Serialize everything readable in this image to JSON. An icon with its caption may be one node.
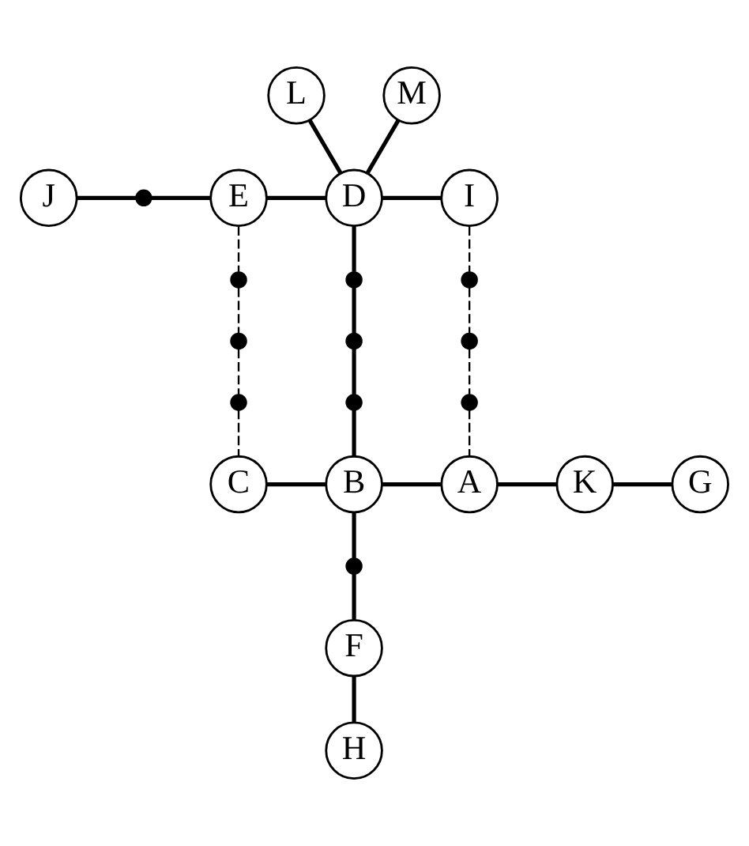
{
  "diagram": {
    "nodes": [
      {
        "text": [
          "L"
        ]
      },
      {
        "text": [
          "M"
        ]
      },
      {
        "text": [
          "J"
        ]
      },
      {
        "text": [],
        "shape": "dot"
      },
      {
        "text": [
          "E"
        ]
      },
      {
        "text": [
          "D"
        ]
      },
      {
        "text": [
          "I"
        ]
      },
      {
        "text": [],
        "shape": "dot"
      },
      {
        "text": [],
        "shape": "dot"
      },
      {
        "text": [],
        "shape": "dot"
      },
      {
        "text": [],
        "shape": "dot"
      },
      {
        "text": [],
        "shape": "dot"
      },
      {
        "text": [],
        "shape": "dot"
      },
      {
        "text": [],
        "shape": "dot"
      },
      {
        "text": [],
        "shape": "dot"
      },
      {
        "text": [],
        "shape": "dot"
      },
      {
        "text": [
          "C"
        ]
      },
      {
        "text": [
          "B"
        ]
      },
      {
        "text": [
          "A"
        ]
      },
      {
        "text": [
          "K"
        ]
      },
      {
        "text": [
          "G"
        ]
      },
      {
        "text": [],
        "shape": "dot"
      },
      {
        "text": [
          "F"
        ]
      },
      {
        "text": [
          "H"
        ]
      }
    ],
    "edges": [
      {
        "from": 0,
        "to": 5,
        "arrow": "none"
      },
      {
        "from": 1,
        "to": 5,
        "arrow": "none"
      },
      {
        "from": 2,
        "to": 3,
        "arrow": "none"
      },
      {
        "from": 3,
        "to": 4,
        "arrow": "none"
      },
      {
        "from": 4,
        "to": 5,
        "arrow": "none"
      },
      {
        "from": 5,
        "to": 6,
        "arrow": "none"
      },
      {
        "from": 4,
        "to": 7,
        "arrow": "none",
        "style": "dashed"
      },
      {
        "from": 7,
        "to": 10,
        "arrow": "none",
        "style": "dashed"
      },
      {
        "from": 10,
        "to": 13,
        "arrow": "none",
        "style": "dashed"
      },
      {
        "from": 13,
        "to": 16,
        "arrow": "none",
        "style": "dashed"
      },
      {
        "from": 5,
        "to": 8,
        "arrow": "none"
      },
      {
        "from": 8,
        "to": 11,
        "arrow": "none"
      },
      {
        "from": 11,
        "to": 14,
        "arrow": "none"
      },
      {
        "from": 14,
        "to": 17,
        "arrow": "none"
      },
      {
        "from": 6,
        "to": 9,
        "arrow": "none",
        "style": "dashed"
      },
      {
        "from": 9,
        "to": 12,
        "arrow": "none",
        "style": "dashed"
      },
      {
        "from": 12,
        "to": 15,
        "arrow": "none",
        "style": "dashed"
      },
      {
        "from": 15,
        "to": 18,
        "arrow": "none",
        "style": "dashed"
      },
      {
        "from": 16,
        "to": 17,
        "arrow": "none"
      },
      {
        "from": 17,
        "to": 18,
        "arrow": "none"
      },
      {
        "from": 18,
        "to": 19,
        "arrow": "none"
      },
      {
        "from": 19,
        "to": 20,
        "arrow": "none"
      },
      {
        "from": 17,
        "to": 21,
        "arrow": "none"
      },
      {
        "from": 21,
        "to": 22,
        "arrow": "none"
      },
      {
        "from": 22,
        "to": 23,
        "arrow": "none"
      }
    ]
  }
}
